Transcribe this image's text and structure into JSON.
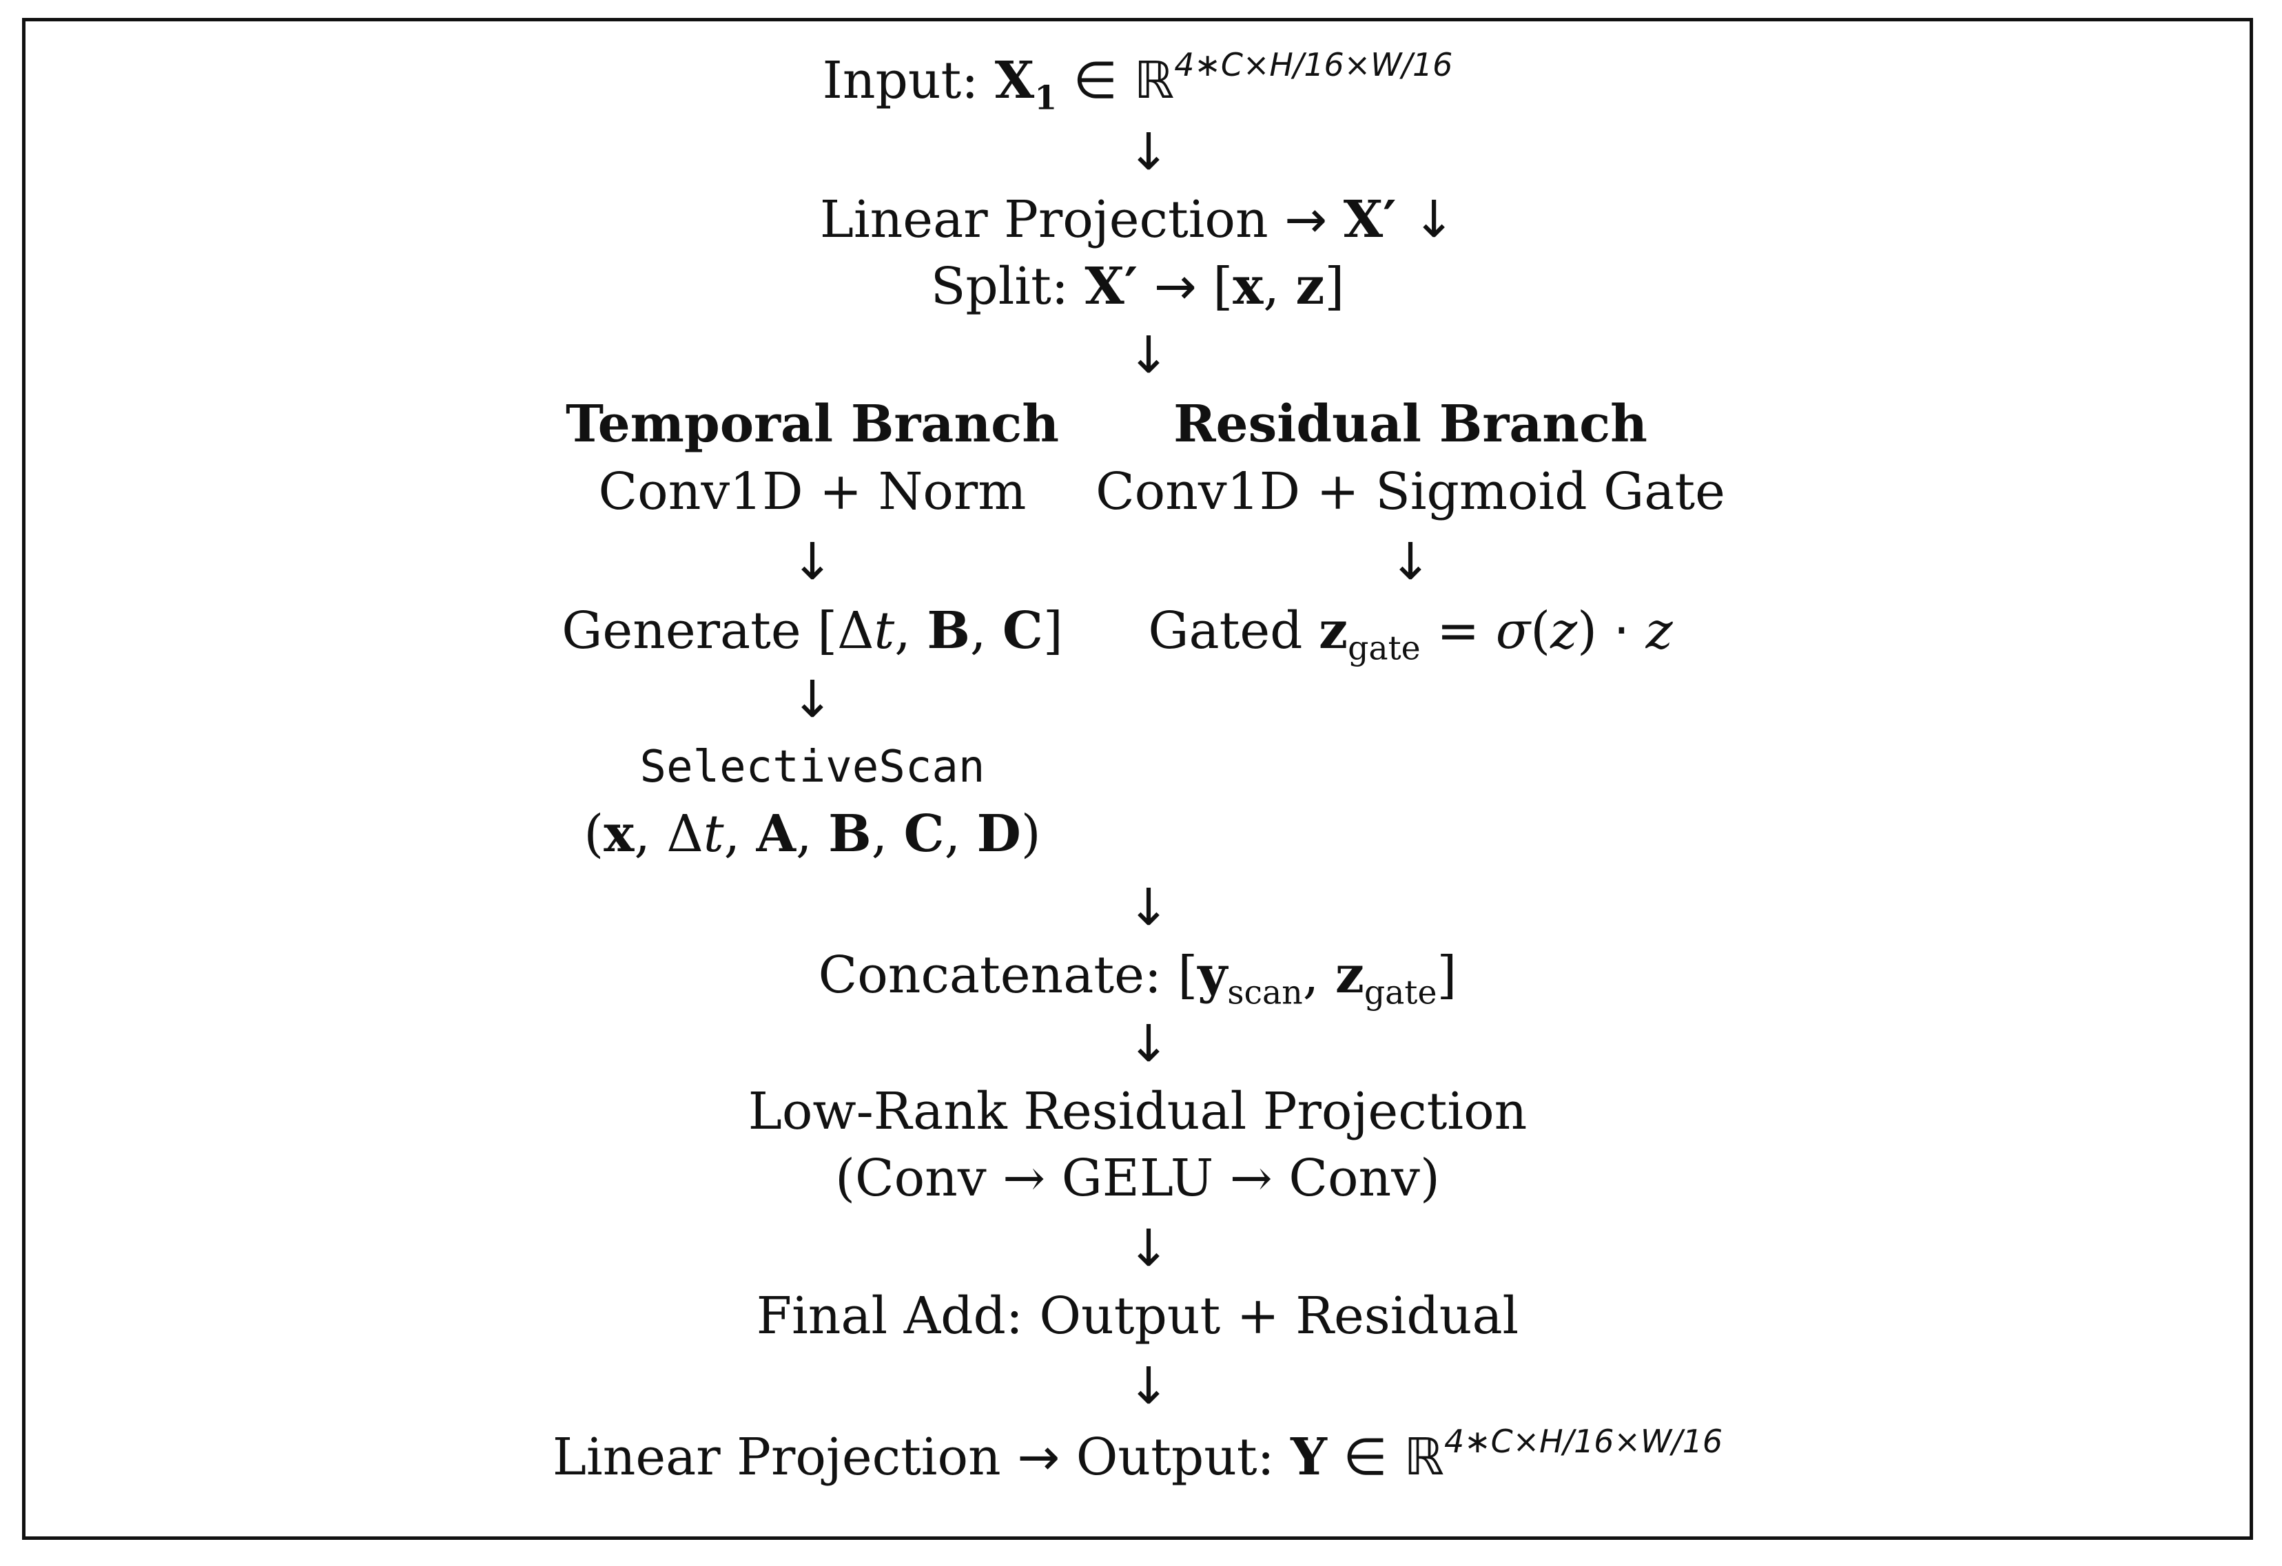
{
  "diagram": {
    "input": {
      "label": "Input:",
      "var": "X",
      "var_sub": "1",
      "in_sym": "∈",
      "space": "ℝ",
      "space_sup": "4∗C×H/16×W/16"
    },
    "linear_projection": {
      "label": "Linear Projection",
      "arrow": "→",
      "var": "X′",
      "trailing_arrow": "↓"
    },
    "split": {
      "label": "Split:",
      "var": "X′",
      "arrow": "→",
      "open": "[",
      "x": "x",
      "comma": ",",
      "z": "z",
      "close": "]"
    },
    "temporal": {
      "title": "Temporal Branch",
      "step1": "Conv1D + Norm",
      "generate_label": "Generate",
      "generate_open": "[",
      "delta": "Δ",
      "t": "t",
      "B": "B",
      "C": "C",
      "generate_close": "]",
      "scan_fn": "SelectiveScan",
      "scan_args_open": "(",
      "scan_x": "x",
      "scan_A": "A",
      "scan_D": "D",
      "scan_args_close": ")"
    },
    "residual": {
      "title": "Residual Branch",
      "step1": "Conv1D + Sigmoid Gate",
      "gated_label": "Gated",
      "z": "z",
      "z_sub": "gate",
      "eq": "=",
      "sigma": "σ",
      "dot": "·"
    },
    "concatenate": {
      "label": "Concatenate:",
      "y": "y",
      "y_sub": "scan",
      "z": "z",
      "z_sub": "gate"
    },
    "low_rank": {
      "title": "Low-Rank Residual Projection",
      "detail": "(Conv → GELU → Conv)"
    },
    "final_add": {
      "label": "Final Add: Output + Residual"
    },
    "output": {
      "label": "Linear Projection",
      "arrow": "→",
      "out_label": "Output:",
      "var": "Y",
      "in_sym": "∈",
      "space": "ℝ",
      "space_sup": "4∗C×H/16×W/16"
    },
    "down_arrow": "↓"
  }
}
